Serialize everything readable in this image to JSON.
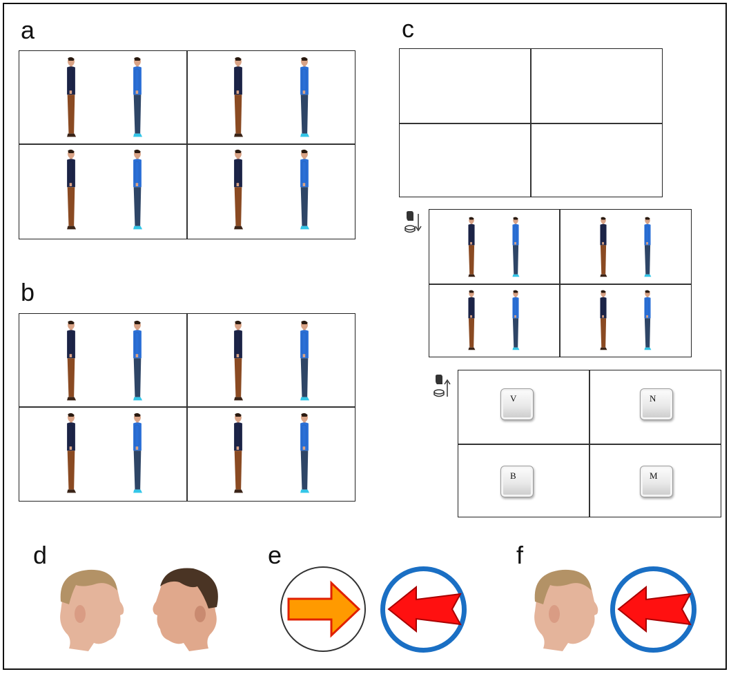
{
  "panels": {
    "a": "a",
    "b": "b",
    "c": "c",
    "d": "d",
    "e": "e",
    "f": "f"
  },
  "keys": [
    "V",
    "N",
    "B",
    "M"
  ],
  "colors": {
    "shirt_dark": "#1c2448",
    "pants_brown": "#8a4a22",
    "shirt_blue": "#2a6fd6",
    "jeans": "#2e4566",
    "shoes_cyan": "#34c6e8",
    "arrow_orange": "#ff9a00",
    "arrow_red": "#ff1010",
    "circle_blue": "#1a6fc4"
  },
  "icons": [
    "mouse-press-icon",
    "mouse-release-icon",
    "keyboard-key",
    "right-arrow-icon",
    "left-arrow-icon"
  ]
}
